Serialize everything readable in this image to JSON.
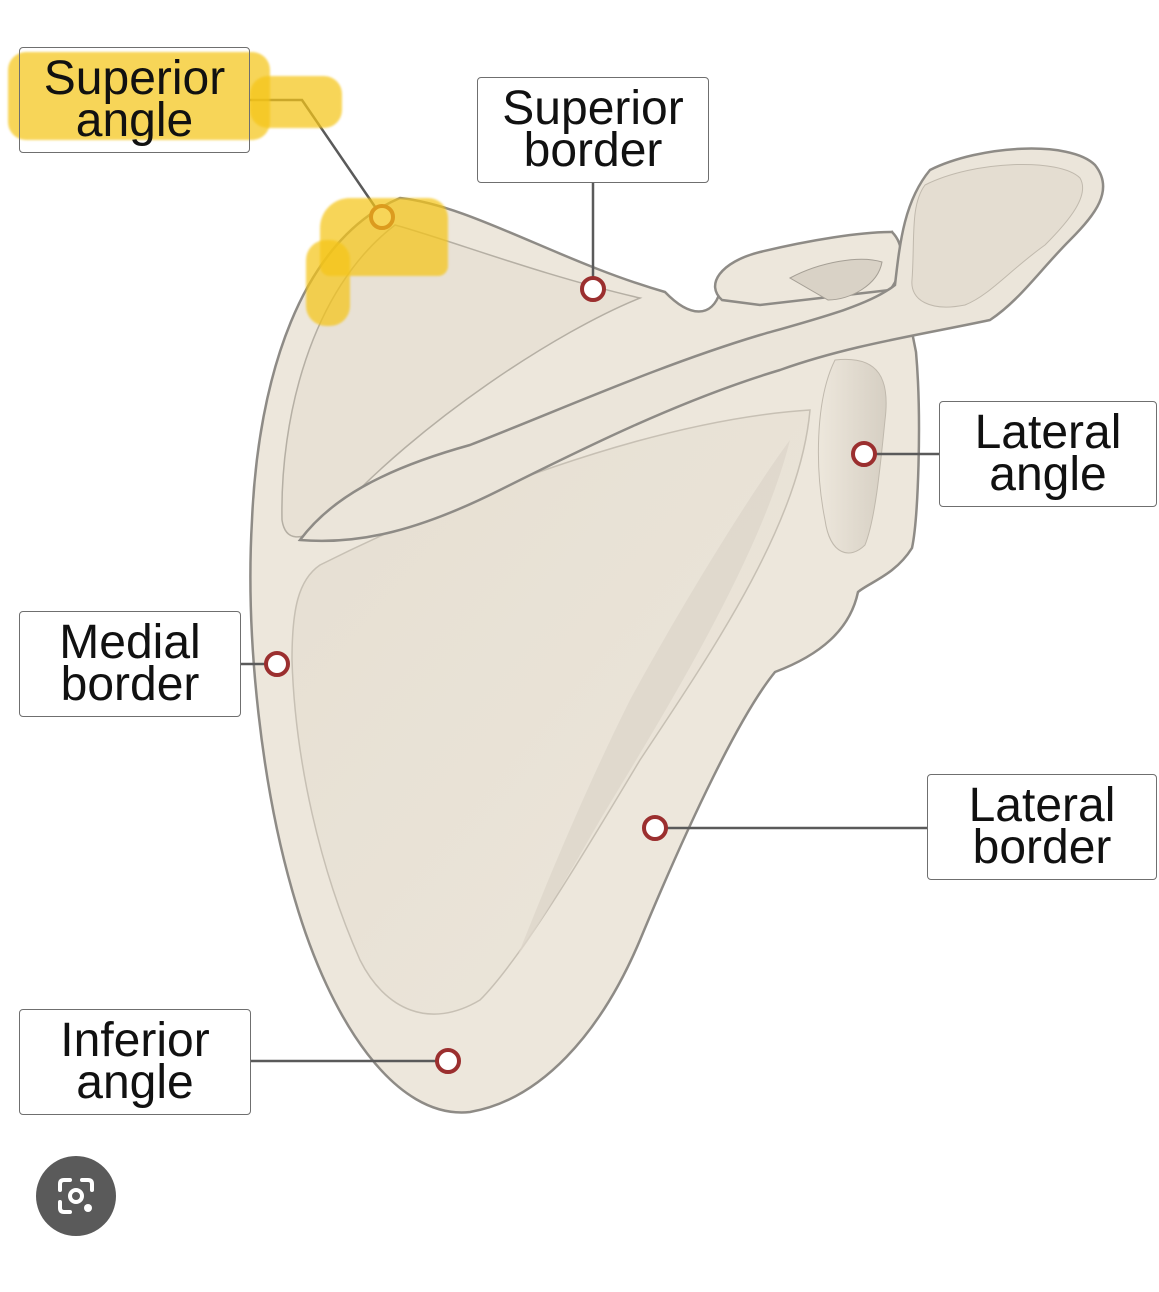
{
  "labels": {
    "superior_angle": {
      "line1": "Superior",
      "line2": "angle"
    },
    "superior_border": {
      "line1": "Superior",
      "line2": "border"
    },
    "lateral_angle": {
      "line1": "Lateral",
      "line2": "angle"
    },
    "medial_border": {
      "line1": "Medial",
      "line2": "border"
    },
    "lateral_border": {
      "line1": "Lateral",
      "line2": "border"
    },
    "inferior_angle": {
      "line1": "Inferior",
      "line2": "angle"
    }
  },
  "colors": {
    "bone_fill": "#ede7dc",
    "bone_outline": "#8e8b86",
    "marker_ring": "#9b2f2f",
    "highlight": "#f5c518",
    "leader_line": "#5a5a5a"
  },
  "icons": {
    "marker": "circle-marker-icon",
    "lens": "visual-search-icon"
  }
}
